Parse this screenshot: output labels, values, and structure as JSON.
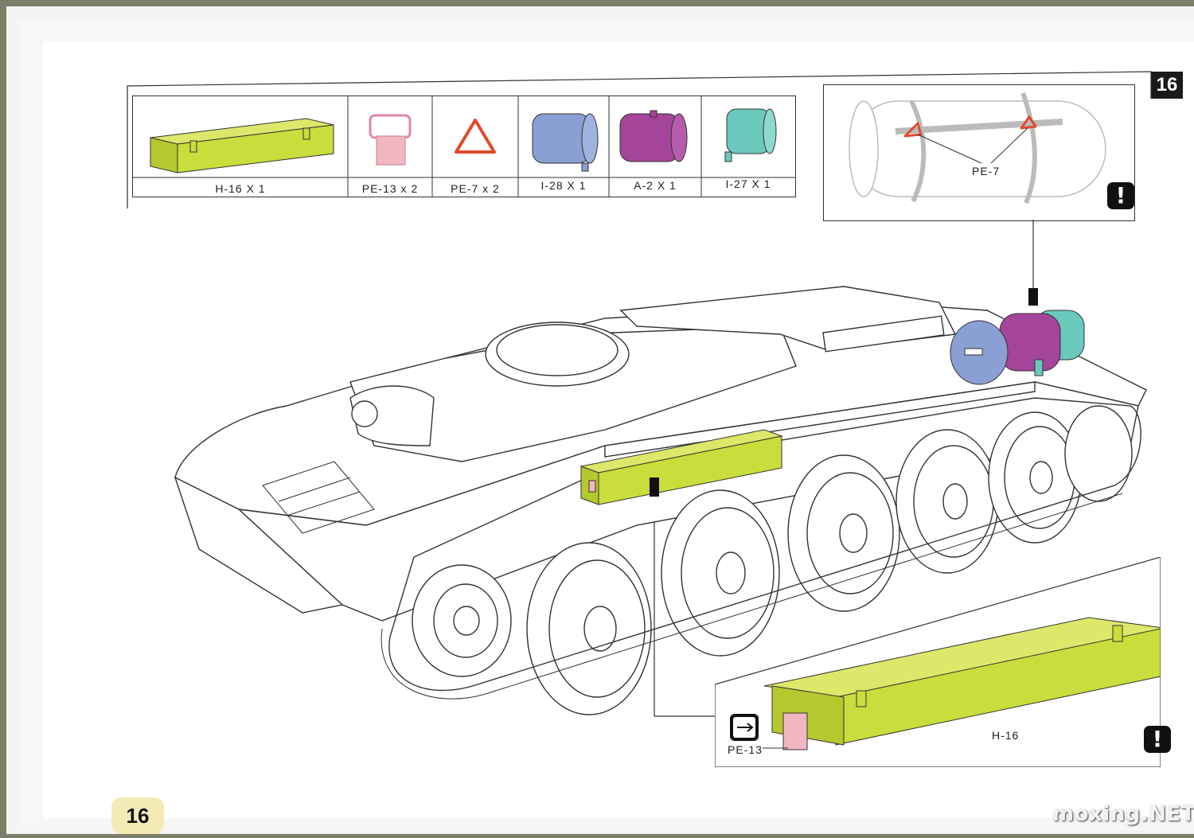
{
  "step": "16",
  "page_number": "16",
  "watermark": "moxing.NET",
  "parts": [
    {
      "label": "H-16 X 1",
      "color": "#c9dd3c"
    },
    {
      "label": "PE-13 x 2",
      "color": "#f0b7c2"
    },
    {
      "label": "PE-7 x 2",
      "color": "#e04a2c"
    },
    {
      "label": "I-28 X 1",
      "color": "#8a9fd4"
    },
    {
      "label": "A-2 X 1",
      "color": "#a4449a"
    },
    {
      "label": "I-27 X 1",
      "color": "#69c9bd"
    }
  ],
  "callouts": {
    "pe7": "PE-7",
    "pe13": "PE-13",
    "h16": "H-16"
  },
  "icons": {
    "warning": "!",
    "move": "move-arrow-icon"
  }
}
